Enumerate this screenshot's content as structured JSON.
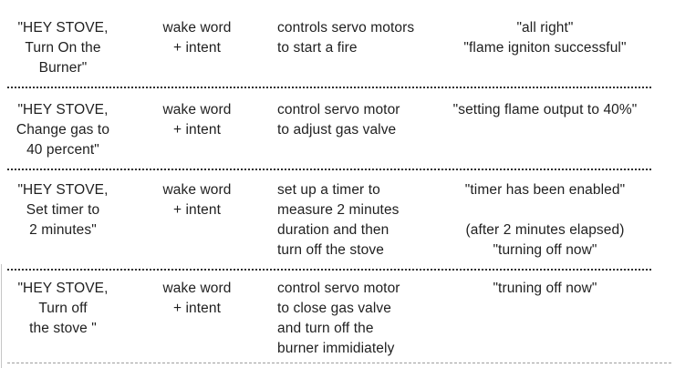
{
  "page": {
    "background": "#ffffff",
    "text_color": "#1f1f1f",
    "divider_color": "#2e2e2e",
    "bottom_divider_color": "#9e9e9e"
  },
  "table": {
    "rows": [
      {
        "cells": [
          "\"HEY STOVE,\nTurn On the\nBurner\"",
          "wake word\n+ intent",
          "controls servo motors\nto start a fire",
          "\"all right\"\n\"flame igniton successful\""
        ]
      },
      {
        "cells": [
          "\"HEY STOVE,\nChange gas to\n40 percent\"",
          "wake word\n+ intent",
          "control servo motor\nto adjust gas valve",
          "\"setting flame output to 40%\""
        ]
      },
      {
        "cells": [
          "\"HEY STOVE,\nSet timer to\n2 minutes\"",
          "wake word\n+ intent",
          "set up a timer to\nmeasure 2 minutes\nduration and then\nturn off the stove",
          "\"timer has been enabled\"\n\n(after 2 minutes elapsed)\n\"turning off now\""
        ]
      },
      {
        "cells": [
          "\"HEY STOVE,\nTurn off\nthe stove \"",
          "wake word\n+ intent",
          "control servo motor\nto close gas valve\nand turn off the\nburner immidiately",
          "\"truning off now\""
        ]
      }
    ]
  }
}
